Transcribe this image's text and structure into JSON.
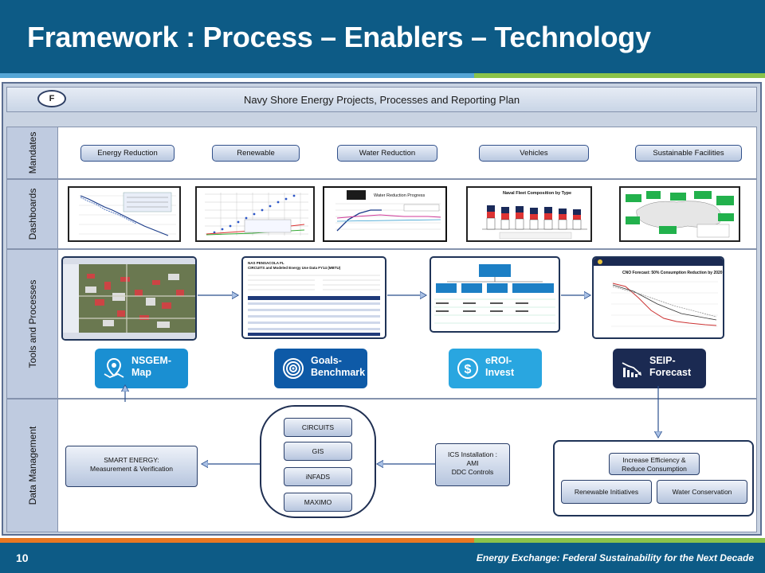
{
  "header": {
    "title": "Framework : Process – Enablers – Technology"
  },
  "footer": {
    "page_number": "10",
    "text": "Energy Exchange: Federal Sustainability for the Next Decade"
  },
  "plan": {
    "badge": "F",
    "title": "Navy Shore Energy Projects, Processes and Reporting Plan"
  },
  "lanes": {
    "mandates": "Mandates",
    "dashboards": "Dashboards",
    "tools": "Tools and Processes",
    "data": "Data Management"
  },
  "mandates": [
    "Energy Reduction",
    "Renewable",
    "Water Reduction",
    "Vehicles",
    "Sustainable Facilities"
  ],
  "dashboards": {
    "water_title": "Water Reduction Progress",
    "fleet_title": "Naval Fleet Composition by Type"
  },
  "tools": {
    "goals_title": "NAS PENSACOLA FL",
    "goals_sub": "CIRCUITS and Modeled Energy Use Data FY14 (MBTU)",
    "forecast_title": "CNO Forecast: 50% Consumption Reduction by 2020"
  },
  "apps": [
    {
      "name": "nsgem",
      "line1": "NSGEM-",
      "line2": "Map",
      "color": "#1a8fd2"
    },
    {
      "name": "goals",
      "line1": "Goals-",
      "line2": "Benchmark",
      "color": "#0e5aa7"
    },
    {
      "name": "eroi",
      "line1": "eROI-",
      "line2": "Invest",
      "color": "#29a6e0"
    },
    {
      "name": "seip",
      "line1": "SEIP-",
      "line2": "Forecast",
      "color": "#1b2a52"
    }
  ],
  "data_mgmt": {
    "smart_energy_1": "SMART ENERGY:",
    "smart_energy_2": "Measurement & Verification",
    "systems": [
      "CIRCUITS",
      "GIS",
      "iNFADS",
      "MAXIMO"
    ],
    "ics_1": "ICS Installation :",
    "ics_2": "AMI",
    "ics_3": "DDC Controls",
    "outcome_1": "Increase Efficiency &",
    "outcome_2": "Reduce Consumption",
    "renewable": "Renewable Initiatives",
    "water": "Water Conservation"
  },
  "colors": {
    "header_blue": "#0d5b86",
    "accent_green": "#8bc34a",
    "accent_orange": "#e87722",
    "accent_light_blue": "#55a6d6"
  }
}
